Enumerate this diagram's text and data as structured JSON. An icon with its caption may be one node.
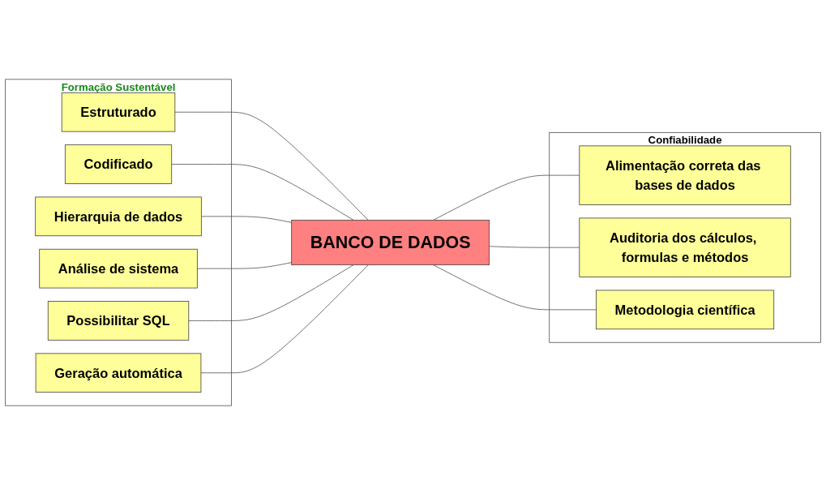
{
  "diagram": {
    "nodes": [
      {
        "text": [
          "Formação Sustentável"
        ]
      },
      {
        "text": [
          "Estruturado"
        ],
        "in": 0
      },
      {
        "text": [
          "Codificado"
        ],
        "in": 0
      },
      {
        "text": [
          "Hierarquia de dados"
        ],
        "in": 0
      },
      {
        "text": [
          "Análise de sistema"
        ],
        "in": 0
      },
      {
        "text": [
          "Possibilitar SQL"
        ],
        "in": 0
      },
      {
        "text": [
          "Geração automática"
        ],
        "in": 0
      },
      {
        "text": [
          "BANCO DE DADOS"
        ]
      },
      {
        "text": [
          "Confiabilidade"
        ]
      },
      {
        "text": [
          "Alimentação correta das bases de dados"
        ],
        "in": 8
      },
      {
        "text": [
          "Auditoria dos cálculos, formulas e métodos"
        ],
        "in": 8
      },
      {
        "text": [
          "Metodologia científica"
        ],
        "in": 8
      }
    ],
    "edges": [
      {
        "from": 1,
        "to": 7,
        "arrow": "none"
      },
      {
        "from": 2,
        "to": 7,
        "arrow": "none"
      },
      {
        "from": 3,
        "to": 7,
        "arrow": "none"
      },
      {
        "from": 4,
        "to": 7,
        "arrow": "none"
      },
      {
        "from": 5,
        "to": 7,
        "arrow": "none"
      },
      {
        "from": 6,
        "to": 7,
        "arrow": "none"
      },
      {
        "from": 7,
        "to": 9,
        "arrow": "none"
      },
      {
        "from": 7,
        "to": 10,
        "arrow": "none"
      },
      {
        "from": 7,
        "to": 11,
        "arrow": "none"
      }
    ]
  }
}
